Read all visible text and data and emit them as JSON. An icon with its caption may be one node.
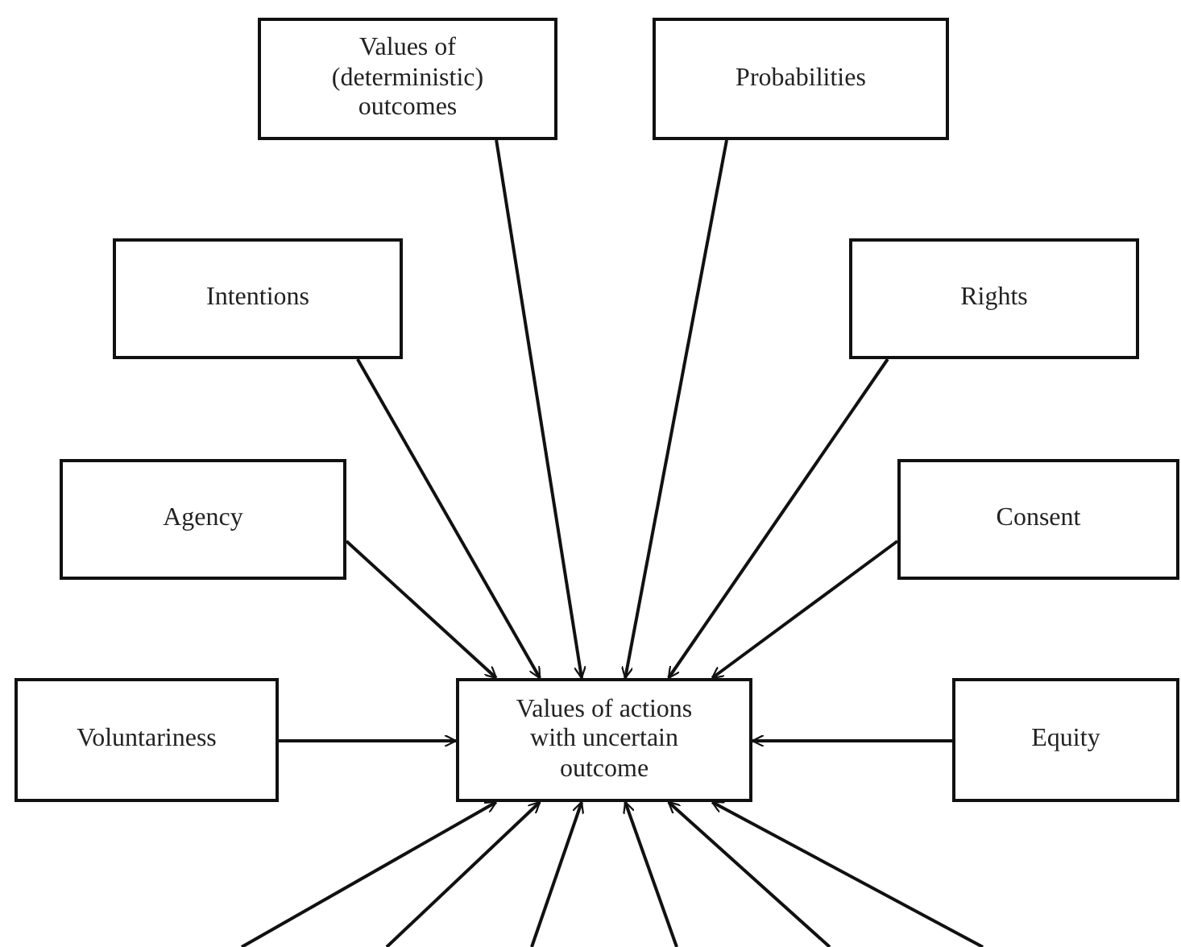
{
  "diagram": {
    "nodes": [
      {
        "text": [
          "Values of actions with uncertain outcome"
        ]
      },
      {
        "text": [
          "Values of (deterministic) outcomes"
        ]
      },
      {
        "text": [
          "Probabilities"
        ]
      },
      {
        "text": [
          "Intentions"
        ]
      },
      {
        "text": [
          "Rights"
        ]
      },
      {
        "text": [
          "Agency"
        ]
      },
      {
        "text": [
          "Consent"
        ]
      },
      {
        "text": [
          "Voluntariness"
        ]
      },
      {
        "text": [
          "Equity"
        ]
      }
    ],
    "edges": [
      {
        "from": 5,
        "to": 0,
        "arrow": "to"
      },
      {
        "from": 3,
        "to": 0,
        "arrow": "to"
      },
      {
        "from": 1,
        "to": 0,
        "arrow": "to"
      },
      {
        "from": 2,
        "to": 0,
        "arrow": "to"
      },
      {
        "from": 4,
        "to": 0,
        "arrow": "to"
      },
      {
        "from": 6,
        "to": 0,
        "arrow": "to"
      },
      {
        "from": 7,
        "to": 0,
        "arrow": "to"
      },
      {
        "from": 8,
        "to": 0,
        "arrow": "to"
      },
      {
        "from": null,
        "to": 0,
        "arrow": "to"
      },
      {
        "from": null,
        "to": 0,
        "arrow": "to"
      },
      {
        "from": null,
        "to": 0,
        "arrow": "to"
      },
      {
        "from": null,
        "to": 0,
        "arrow": "to"
      },
      {
        "from": null,
        "to": 0,
        "arrow": "to"
      },
      {
        "from": null,
        "to": 0,
        "arrow": "to"
      }
    ]
  }
}
